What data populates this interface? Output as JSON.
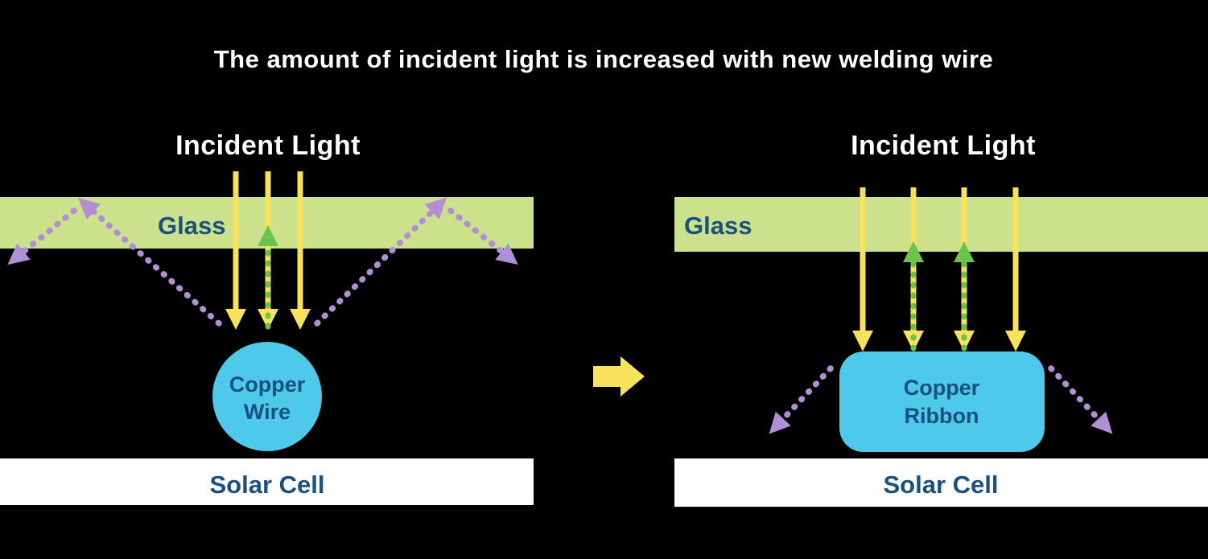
{
  "title": "The amount of incident light is increased with new welding wire",
  "panels": {
    "left": {
      "incident_light": "Incident Light",
      "glass": "Glass",
      "copper_line1": "Copper",
      "copper_line2": "Wire",
      "solar_cell": "Solar Cell"
    },
    "right": {
      "incident_light": "Incident Light",
      "glass": "Glass",
      "copper_line1": "Copper",
      "copper_line2": "Ribbon",
      "solar_cell": "Solar Cell"
    }
  },
  "colors": {
    "background": "#000000",
    "title_text": "#ffffff",
    "glass_fill": "#cbe18b",
    "label_navy": "#1a5080",
    "incident_yellow": "#f8e25c",
    "reflected_green": "#6cc24a",
    "scattered_purple": "#b18fd6",
    "copper_fill": "#4ec9ea",
    "solar_cell_fill": "#ffffff"
  }
}
